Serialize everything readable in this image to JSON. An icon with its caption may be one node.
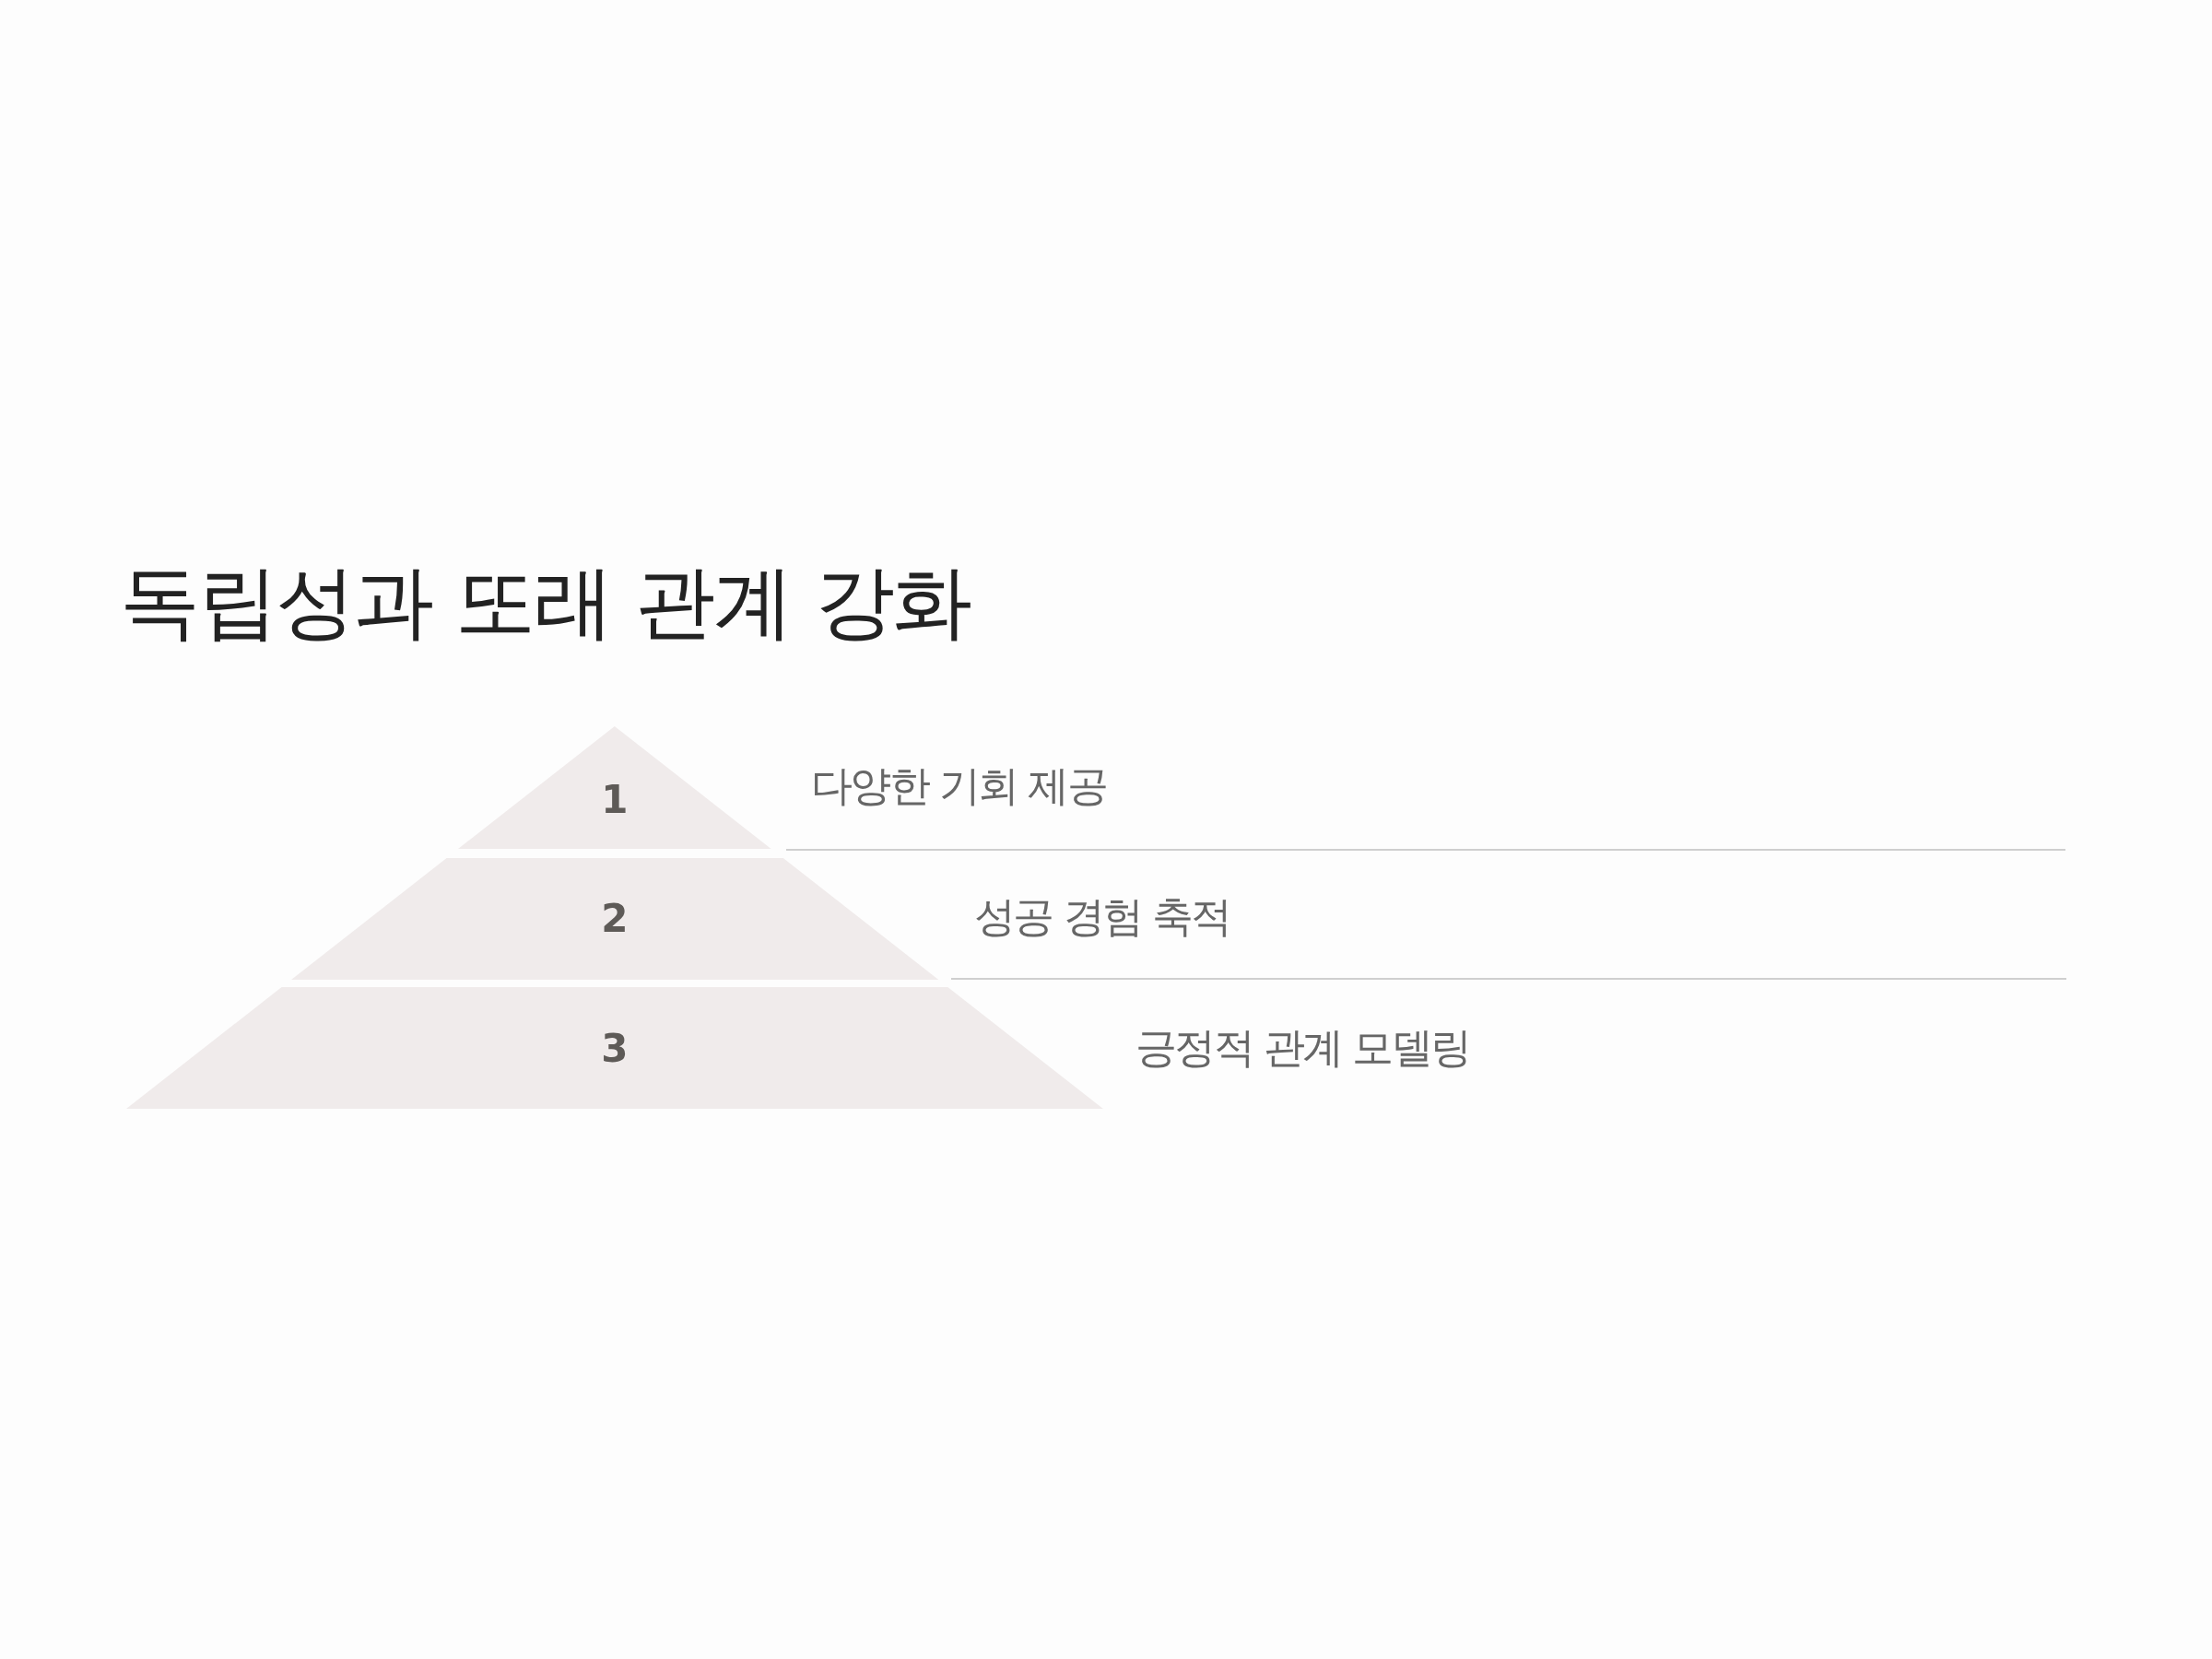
{
  "diagram": {
    "title": "독립성과 또래 관계 강화",
    "nodes": [
      {
        "text": [
          "1"
        ],
        "beside": [
          "다양한 기회 제공"
        ]
      },
      {
        "text": [
          "2"
        ],
        "beside": [
          "성공 경험 축적"
        ]
      },
      {
        "text": [
          "3"
        ],
        "beside": [
          "긍정적 관계 모델링"
        ]
      }
    ]
  }
}
